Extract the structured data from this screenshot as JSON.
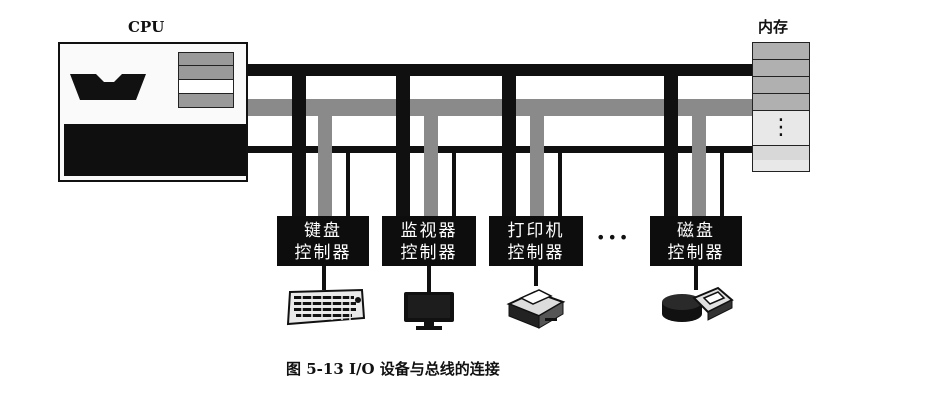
{
  "diagram": {
    "cpu_label": "CPU",
    "memory_label": "内存",
    "memory_ellipsis": "⋮",
    "controllers": [
      {
        "line1": "键盘",
        "line2": "控制器"
      },
      {
        "line1": "监视器",
        "line2": "控制器"
      },
      {
        "line1": "打印机",
        "line2": "控制器"
      },
      {
        "line1": "磁盘",
        "line2": "控制器"
      }
    ],
    "controller_ellipsis": "•••",
    "devices": [
      "keyboard-icon",
      "monitor-icon",
      "printer-icon",
      "disk-drive-icon"
    ],
    "caption": "图 5-13    I/O 设备与总线的连接"
  }
}
